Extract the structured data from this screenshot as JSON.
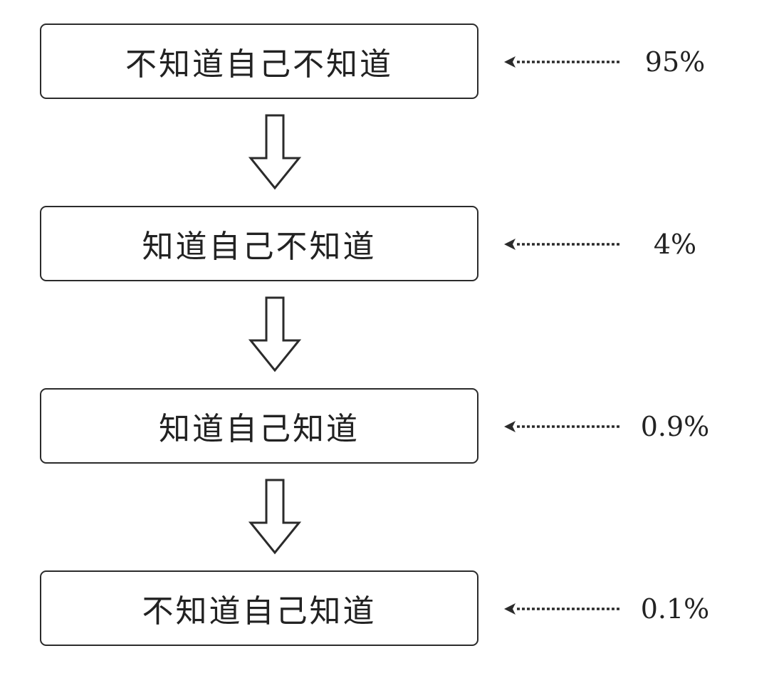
{
  "levels": [
    {
      "label": "不知道自己不知道",
      "percent": "95%"
    },
    {
      "label": "知道自己不知道",
      "percent": "4%"
    },
    {
      "label": "知道自己知道",
      "percent": "0.9%"
    },
    {
      "label": "不知道自己知道",
      "percent": "0.1%"
    }
  ],
  "colors": {
    "stroke": "#2b2b2b",
    "text": "#222222",
    "background": "#ffffff"
  }
}
